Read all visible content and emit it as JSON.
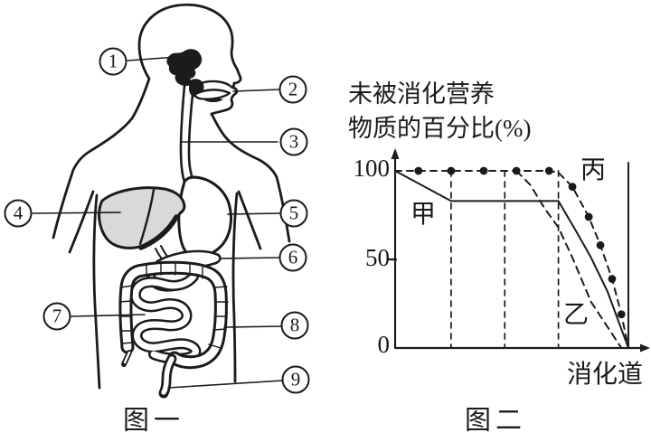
{
  "colors": {
    "ink": "#1b1b1b",
    "liver_fill": "#d9d9d9",
    "background": "#ffffff"
  },
  "figure1": {
    "caption": "图一",
    "organ_labels": [
      {
        "num": "1"
      },
      {
        "num": "2"
      },
      {
        "num": "3"
      },
      {
        "num": "4"
      },
      {
        "num": "5"
      },
      {
        "num": "6"
      },
      {
        "num": "7"
      },
      {
        "num": "8"
      },
      {
        "num": "9"
      }
    ]
  },
  "figure2": {
    "caption": "图二",
    "title_lines": [
      "未被消化营养",
      "物质的百分比(%)"
    ],
    "x_axis_label": "消化道",
    "y_ticks": [
      "100",
      "50",
      "0"
    ],
    "curve_labels": {
      "jia": "甲",
      "yi": "乙",
      "bing": "丙"
    }
  },
  "chart_data": {
    "type": "line",
    "title": "未被消化营养物质的百分比(%)",
    "xlabel": "消化道",
    "ylabel": "未被消化营养物质的百分比(%)",
    "xlim": [
      0,
      100
    ],
    "ylim": [
      0,
      100
    ],
    "yticks": [
      0,
      50,
      100
    ],
    "grid": "three dashed vertical reference lines plus a solid vertical line where all curves reach 0",
    "dashed_vertical_lines_x": [
      24,
      47,
      70
    ],
    "solid_vertical_line_x": 100,
    "legend_position": "labels placed beside curves",
    "series": [
      {
        "name": "甲",
        "style": "solid",
        "points": [
          [
            0,
            100
          ],
          [
            24,
            83
          ],
          [
            70,
            83
          ],
          [
            78,
            65
          ],
          [
            84,
            51
          ],
          [
            91,
            32
          ],
          [
            100,
            0
          ]
        ]
      },
      {
        "name": "乙",
        "style": "dashed",
        "draw_start_index": 1,
        "points": [
          [
            0,
            100
          ],
          [
            52,
            100
          ],
          [
            58,
            92
          ],
          [
            64,
            79
          ],
          [
            70,
            68
          ],
          [
            76,
            51
          ],
          [
            84,
            26
          ],
          [
            97,
            0
          ]
        ]
      },
      {
        "name": "丙",
        "style": "dashed_with_dots",
        "points": [
          [
            0,
            100
          ],
          [
            66,
            100
          ],
          [
            70,
            99
          ],
          [
            76,
            91
          ],
          [
            83,
            74
          ],
          [
            88,
            58
          ],
          [
            93,
            39
          ],
          [
            97,
            19
          ],
          [
            100,
            0
          ]
        ],
        "markers": [
          [
            10,
            100
          ],
          [
            24,
            100
          ],
          [
            38,
            100
          ],
          [
            52,
            100
          ],
          [
            66,
            100
          ],
          [
            76,
            91
          ],
          [
            83,
            74
          ],
          [
            88,
            58
          ],
          [
            93,
            39
          ],
          [
            97,
            19
          ]
        ]
      }
    ]
  }
}
